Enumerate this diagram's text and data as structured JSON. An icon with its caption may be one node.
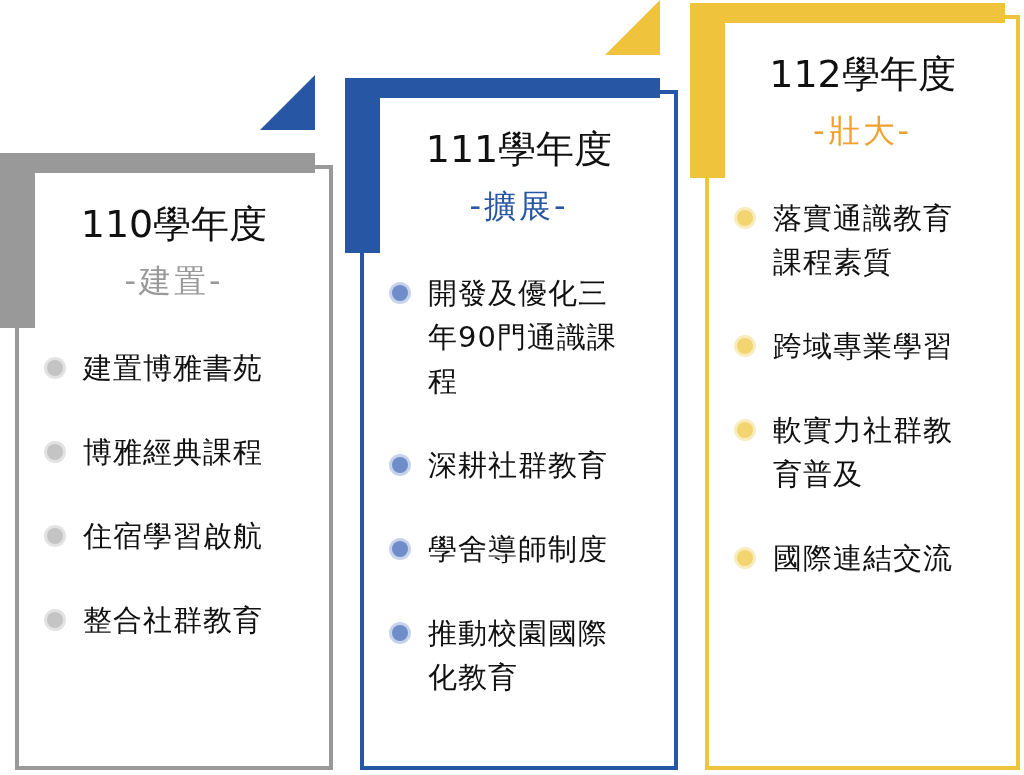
{
  "diagram": {
    "nodes": [
      {
        "text": [
          "110學年度",
          "-建置-",
          "建置博雅書苑",
          "博雅經典課程",
          "住宿學習啟航",
          "整合社群教育"
        ]
      },
      {
        "text": [
          "111學年度",
          "-擴展-",
          "開發及優化三年90門通識課程",
          "深耕社群教育",
          "學舍導師制度",
          "推動校園國際化教育"
        ]
      },
      {
        "text": [
          "112學年度",
          "-壯大-",
          "落實通識教育課程素質",
          "跨域專業學習",
          "軟實力社群教育普及",
          "國際連結交流"
        ]
      }
    ]
  }
}
